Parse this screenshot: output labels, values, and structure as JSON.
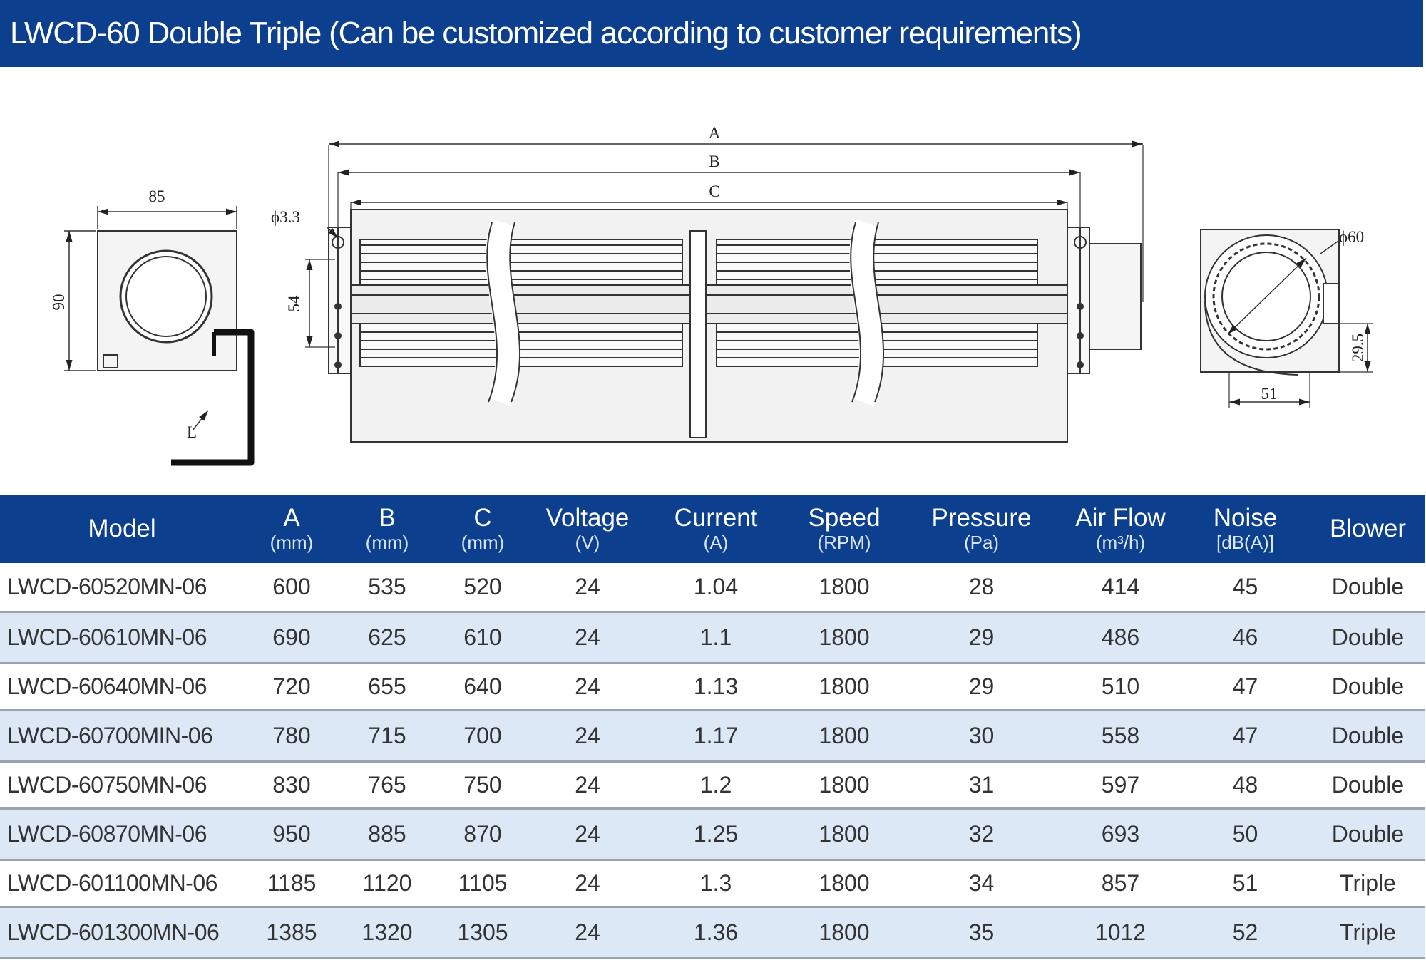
{
  "header": {
    "title": "LWCD-60 Double Triple  (Can be customized according to customer requirements)"
  },
  "drawing": {
    "labels": {
      "dim_85": "85",
      "dim_90": "90",
      "dim_L": "L",
      "dim_phi33": "ϕ3.3",
      "dim_54": "54",
      "dim_A": "A",
      "dim_B": "B",
      "dim_C": "C",
      "dim_phi60": "ϕ60",
      "dim_295": "29.5",
      "dim_51": "51"
    }
  },
  "table": {
    "columns": [
      {
        "name": "Model",
        "unit": ""
      },
      {
        "name": "A",
        "unit": "(mm)"
      },
      {
        "name": "B",
        "unit": "(mm)"
      },
      {
        "name": "C",
        "unit": "(mm)"
      },
      {
        "name": "Voltage",
        "unit": "(V)"
      },
      {
        "name": "Current",
        "unit": "(A)"
      },
      {
        "name": "Speed",
        "unit": "(RPM)"
      },
      {
        "name": "Pressure",
        "unit": "(Pa)"
      },
      {
        "name": "Air Flow",
        "unit": "(m³/h)"
      },
      {
        "name": "Noise",
        "unit": "[dB(A)]"
      },
      {
        "name": "Blower",
        "unit": ""
      }
    ],
    "rows": [
      [
        "LWCD-60520MN-06",
        "600",
        "535",
        "520",
        "24",
        "1.04",
        "1800",
        "28",
        "414",
        "45",
        "Double"
      ],
      [
        "LWCD-60610MN-06",
        "690",
        "625",
        "610",
        "24",
        "1.1",
        "1800",
        "29",
        "486",
        "46",
        "Double"
      ],
      [
        "LWCD-60640MN-06",
        "720",
        "655",
        "640",
        "24",
        "1.13",
        "1800",
        "29",
        "510",
        "47",
        "Double"
      ],
      [
        "LWCD-60700MIN-06",
        "780",
        "715",
        "700",
        "24",
        "1.17",
        "1800",
        "30",
        "558",
        "47",
        "Double"
      ],
      [
        "LWCD-60750MN-06",
        "830",
        "765",
        "750",
        "24",
        "1.2",
        "1800",
        "31",
        "597",
        "48",
        "Double"
      ],
      [
        "LWCD-60870MN-06",
        "950",
        "885",
        "870",
        "24",
        "1.25",
        "1800",
        "32",
        "693",
        "50",
        "Double"
      ],
      [
        "LWCD-601100MN-06",
        "1185",
        "1120",
        "1105",
        "24",
        "1.3",
        "1800",
        "34",
        "857",
        "51",
        "Triple"
      ],
      [
        "LWCD-601300MN-06",
        "1385",
        "1320",
        "1305",
        "24",
        "1.36",
        "1800",
        "35",
        "1012",
        "52",
        "Triple"
      ]
    ]
  }
}
